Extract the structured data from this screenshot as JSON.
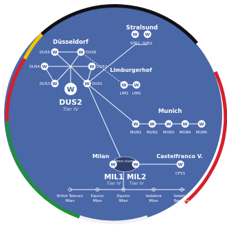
{
  "colors": {
    "background": "#4a67a8",
    "ring_black": "#111111",
    "ring_yellow": "#f1c400",
    "ring_red": "#d4202b",
    "ring_green": "#1f8f3a",
    "ring_white": "#f2f2f2",
    "node_fill": "#ffffff",
    "node_text": "#3a5da2",
    "link": "#ffffff"
  },
  "node_icon": "w-circle-icon",
  "sites": {
    "dusseldorf": {
      "title": "Düsseldorf",
      "nodes": [
        "DUS5",
        "DUS6",
        "DUS4",
        "DUS7",
        "DUS3",
        "DUS1"
      ],
      "main": "DUS2",
      "tier": "Tier IV"
    },
    "stralsund": {
      "title": "Stralsund",
      "nodes": [
        "STR1",
        "STR2"
      ]
    },
    "limburgerhof": {
      "title": "Limburgerhof",
      "nodes": [
        "LIM1",
        "LIM2"
      ]
    },
    "munich": {
      "title": "Munich",
      "nodes": [
        "MUN1",
        "MUN2",
        "MUN3",
        "MUN4",
        "MUN5"
      ]
    },
    "milan": {
      "title": "Milan",
      "cluster_label": "Metro cluster",
      "cluster_main": "MIL1",
      "cluster_tier_1": "Tier IV",
      "cluster_second": "MIL2",
      "cluster_tier_2": "Tier IV"
    },
    "castelfranco": {
      "title": "Castelfranco V.",
      "nodes": [
        "CFV1"
      ]
    }
  },
  "milan_pops": [
    {
      "name": "British Telecom",
      "city": "Milan"
    },
    {
      "name": "Equinix",
      "city": "Milan"
    },
    {
      "name": "Equinix",
      "city": "Milan"
    },
    {
      "name": "Vodafone",
      "city": "Milan"
    },
    {
      "name": "Vodafone",
      "city": "Bergamo"
    }
  ]
}
